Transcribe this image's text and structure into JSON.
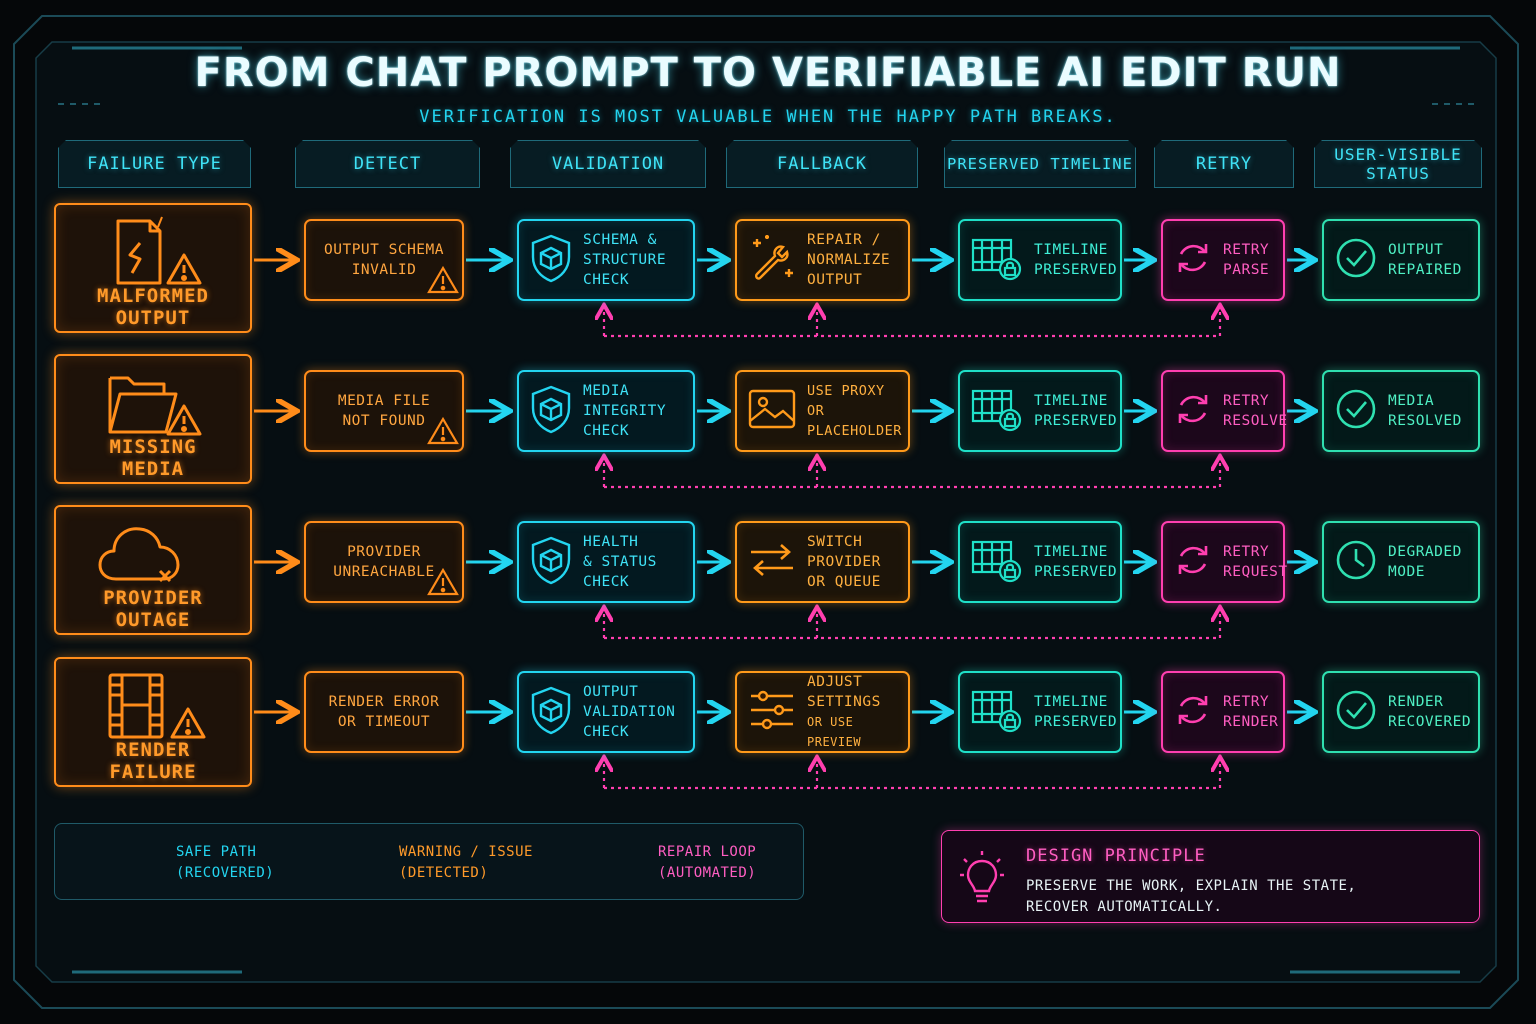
{
  "title": "FROM CHAT PROMPT TO VERIFIABLE AI EDIT RUN",
  "subtitle": "VERIFICATION IS MOST VALUABLE WHEN THE HAPPY PATH BREAKS.",
  "columns": [
    "FAILURE TYPE",
    "DETECT",
    "VALIDATION",
    "FALLBACK",
    "PRESERVED TIMELINE",
    "RETRY",
    "USER-VISIBLE\nSTATUS"
  ],
  "rows": [
    {
      "failure": "MALFORMED\nOUTPUT",
      "failure_icon": "broken-document-icon",
      "detect": "OUTPUT SCHEMA\nINVALID",
      "validation": "SCHEMA &\nSTRUCTURE\nCHECK",
      "fallback": "REPAIR /\nNORMALIZE\nOUTPUT",
      "fallback_icon": "wrench-sparkle-icon",
      "timeline": "TIMELINE\nPRESERVED",
      "retry": "RETRY\nPARSE",
      "status": "OUTPUT\nREPAIRED",
      "status_icon": "check-circle-icon"
    },
    {
      "failure": "MISSING\nMEDIA",
      "failure_icon": "folder-icon",
      "detect": "MEDIA FILE\nNOT FOUND",
      "validation": "MEDIA\nINTEGRITY\nCHECK",
      "fallback": "USE PROXY OR\nPLACEHOLDER",
      "fallback_icon": "image-icon",
      "timeline": "TIMELINE\nPRESERVED",
      "retry": "RETRY\nRESOLVE",
      "status": "MEDIA\nRESOLVED",
      "status_icon": "check-circle-icon"
    },
    {
      "failure": "PROVIDER\nOUTAGE",
      "failure_icon": "cloud-offline-icon",
      "detect": "PROVIDER\nUNREACHABLE",
      "validation": "HEALTH\n& STATUS\nCHECK",
      "fallback": "SWITCH\nPROVIDER\nOR QUEUE",
      "fallback_icon": "switch-arrows-icon",
      "timeline": "TIMELINE\nPRESERVED",
      "retry": "RETRY\nREQUEST",
      "status": "DEGRADED\nMODE",
      "status_icon": "clock-icon"
    },
    {
      "failure": "RENDER\nFAILURE",
      "failure_icon": "film-strip-icon",
      "detect": "RENDER ERROR\nOR TIMEOUT",
      "validation": "OUTPUT\nVALIDATION\nCHECK",
      "fallback": "ADJUST\nSETTINGS",
      "fallback_small": "OR USE PREVIEW",
      "fallback_icon": "sliders-icon",
      "timeline": "TIMELINE\nPRESERVED",
      "retry": "RETRY\nRENDER",
      "status": "RENDER\nRECOVERED",
      "status_icon": "check-circle-icon"
    }
  ],
  "legend": [
    {
      "label": "SAFE PATH\n(RECOVERED)",
      "color": "#23d5f0",
      "style": "solid"
    },
    {
      "label": "WARNING / ISSUE\n(DETECTED)",
      "color": "#ff8c1a",
      "style": "solid"
    },
    {
      "label": "REPAIR LOOP\n(AUTOMATED)",
      "color": "#ff3fb0",
      "style": "dotted"
    }
  ],
  "principle": {
    "title": "DESIGN PRINCIPLE",
    "text": "PRESERVE THE WORK, EXPLAIN THE STATE,\nRECOVER AUTOMATICALLY."
  },
  "colors": {
    "cyan": "#23d5f0",
    "orange": "#ff8c1a",
    "magenta": "#ff3fb0",
    "teal": "#1fe0c8",
    "green": "#2fe0b0"
  }
}
